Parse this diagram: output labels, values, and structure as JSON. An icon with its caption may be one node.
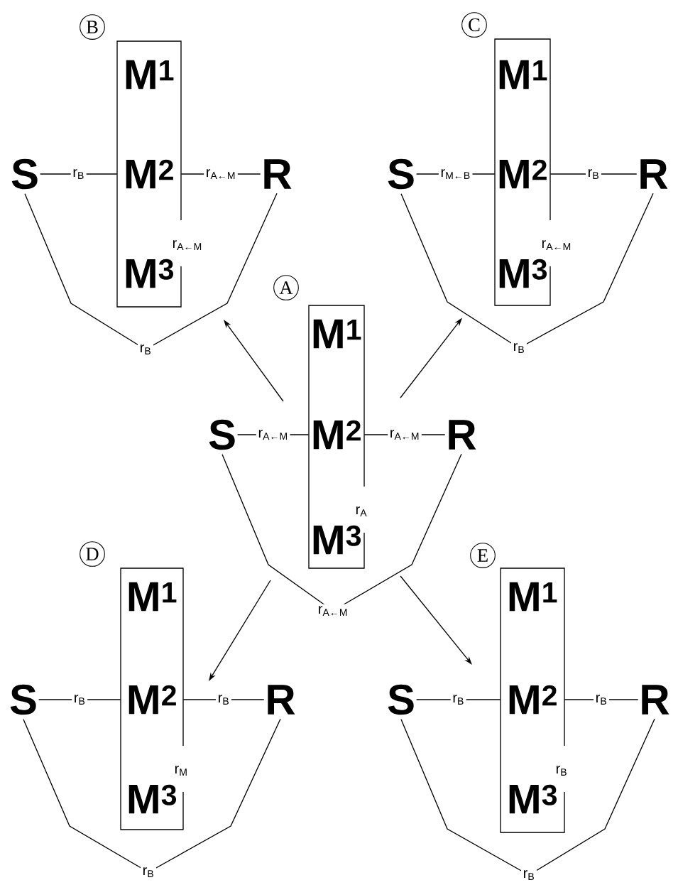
{
  "diagram": {
    "nodes": [
      {
        "text": [
          "B"
        ]
      },
      {
        "text": [
          "S"
        ]
      },
      {
        "text": [],
        "shape": "box",
        "beside": [
          "r$_{A←M}$"
        ]
      },
      {
        "text": [
          "M$^{1}$"
        ],
        "in": 2
      },
      {
        "text": [
          "M$^{2}$"
        ],
        "in": 2
      },
      {
        "text": [
          "M$^{3}$"
        ],
        "in": 2
      },
      {
        "text": [
          "R"
        ]
      },
      {
        "text": [
          "C"
        ]
      },
      {
        "text": [
          "S"
        ]
      },
      {
        "text": [],
        "shape": "box",
        "beside": [
          "r$_{A←M}$"
        ]
      },
      {
        "text": [
          "M$^{1}$"
        ],
        "in": 9
      },
      {
        "text": [
          "M$^{2}$"
        ],
        "in": 9
      },
      {
        "text": [
          "M$^{3}$"
        ],
        "in": 9
      },
      {
        "text": [
          "R"
        ]
      },
      {
        "text": [
          "A"
        ]
      },
      {
        "text": [
          "S"
        ]
      },
      {
        "text": [],
        "shape": "box",
        "beside": [
          "r$_{A}$"
        ]
      },
      {
        "text": [
          "M$^{1}$"
        ],
        "in": 16
      },
      {
        "text": [
          "M$^{2}$"
        ],
        "in": 16
      },
      {
        "text": [
          "M$^{3}$"
        ],
        "in": 16
      },
      {
        "text": [
          "R"
        ]
      },
      {
        "text": [
          "D"
        ]
      },
      {
        "text": [
          "S"
        ]
      },
      {
        "text": [],
        "shape": "box",
        "beside": [
          "r$_{M}$"
        ]
      },
      {
        "text": [
          "M$^{1}$"
        ],
        "in": 23
      },
      {
        "text": [
          "M$^{2}$"
        ],
        "in": 23
      },
      {
        "text": [
          "M$^{3}$"
        ],
        "in": 23
      },
      {
        "text": [
          "R"
        ]
      },
      {
        "text": [
          "E"
        ]
      },
      {
        "text": [
          "S"
        ]
      },
      {
        "text": [],
        "shape": "box",
        "beside": [
          "r$_{B}$"
        ]
      },
      {
        "text": [
          "M$^{1}$"
        ],
        "in": 30
      },
      {
        "text": [
          "M$^{2}$"
        ],
        "in": 30
      },
      {
        "text": [
          "M$^{3}$"
        ],
        "in": 30
      },
      {
        "text": [
          "R"
        ]
      }
    ],
    "edges": [
      {
        "from": 1,
        "to": 2,
        "arrow": "none",
        "label": "r$_{B}$"
      },
      {
        "from": 2,
        "to": 6,
        "arrow": "none",
        "label": "r$_{A←M}$"
      },
      {
        "from": 1,
        "to": 6,
        "arrow": "none",
        "label": "r$_{B}$"
      },
      {
        "from": 8,
        "to": 9,
        "arrow": "none",
        "label": "r$_{M←B}$"
      },
      {
        "from": 9,
        "to": 13,
        "arrow": "none",
        "label": "r$_{B}$"
      },
      {
        "from": 8,
        "to": 13,
        "arrow": "none",
        "label": "r$_{B}$"
      },
      {
        "from": 15,
        "to": 16,
        "arrow": "none",
        "label": "r$_{A←M}$"
      },
      {
        "from": 16,
        "to": 20,
        "arrow": "none",
        "label": "r$_{A←M}$"
      },
      {
        "from": 15,
        "to": 20,
        "arrow": "none",
        "label": "r$_{A←M}$"
      },
      {
        "from": 22,
        "to": 23,
        "arrow": "none",
        "label": "r$_{B}$"
      },
      {
        "from": 23,
        "to": 27,
        "arrow": "none",
        "label": "r$_{B}$"
      },
      {
        "from": 22,
        "to": 27,
        "arrow": "none",
        "label": "r$_{B}$"
      },
      {
        "from": 29,
        "to": 30,
        "arrow": "none",
        "label": "r$_{B}$"
      },
      {
        "from": 30,
        "to": 34,
        "arrow": "none",
        "label": "r$_{B}$"
      },
      {
        "from": 29,
        "to": 34,
        "arrow": "none",
        "label": "r$_{B}$"
      },
      {
        "from": 16,
        "to": 2,
        "arrow": "to"
      },
      {
        "from": 16,
        "to": 9,
        "arrow": "to"
      },
      {
        "from": 16,
        "to": 23,
        "arrow": "to"
      },
      {
        "from": 16,
        "to": 30,
        "arrow": "to"
      }
    ]
  }
}
